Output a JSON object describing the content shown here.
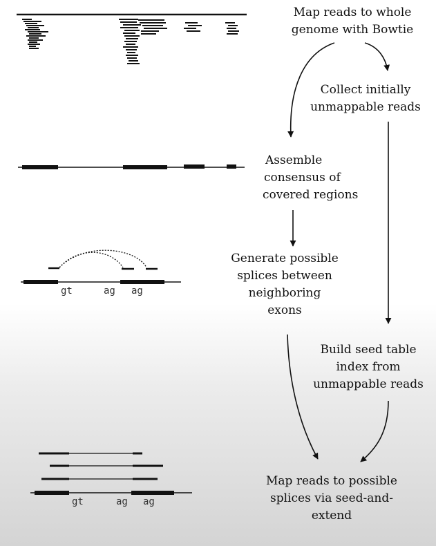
{
  "steps": {
    "map_genome": [
      "Map reads to whole",
      "genome with Bowtie"
    ],
    "collect_unmappable": [
      "Collect initially",
      "unmappable reads"
    ],
    "assemble_consensus": [
      "Assemble",
      "consensus of",
      "covered regions"
    ],
    "generate_splices": [
      "Generate possible",
      "splices between",
      "neighboring",
      "exons"
    ],
    "build_seed_table": [
      "Build seed table",
      "index from",
      "unmappable reads"
    ],
    "map_splices": [
      "Map reads to possible",
      "splices via seed-and-",
      "extend"
    ]
  },
  "sequence_labels": {
    "donor": "gt",
    "acceptor_1": "ag",
    "acceptor_2": "ag"
  },
  "colors": {
    "ink": "#111111",
    "background_top": "#ffffff",
    "background_bottom": "#d4d4d4"
  }
}
